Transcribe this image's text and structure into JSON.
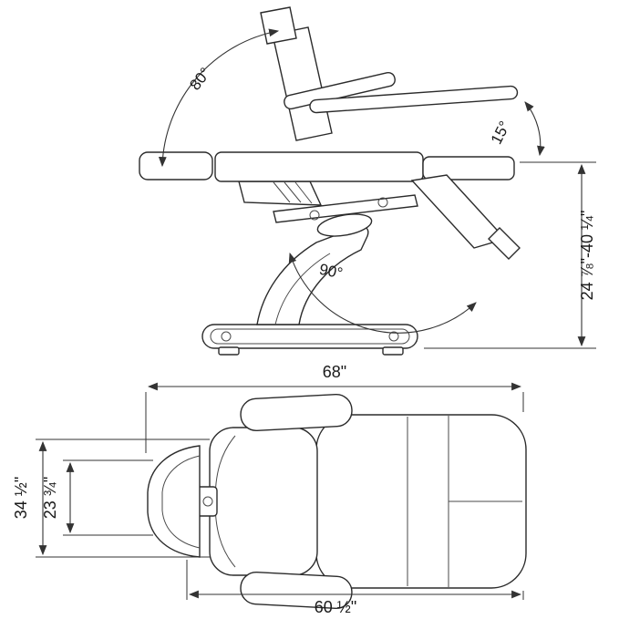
{
  "labels": {
    "backrest_angle": "80°",
    "tilt_angle": "15°",
    "swing_angle": "90°",
    "height_range": "24 ⅞\"-40 ¼\"",
    "overall_length": "68\"",
    "overall_width": "34 ½\"",
    "headrest_width": "23 ¾\"",
    "seat_length": "60 ½\""
  }
}
